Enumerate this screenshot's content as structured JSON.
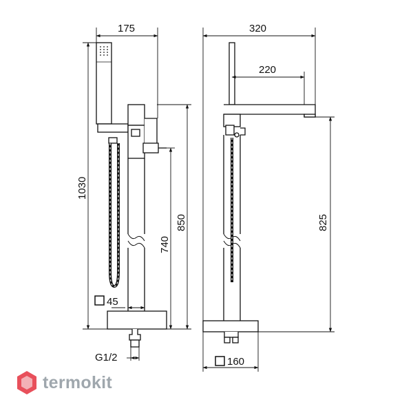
{
  "drawing": {
    "dimensions": {
      "left_width": "175",
      "total_height": "1030",
      "spout_height": "850",
      "valve_height": "740",
      "tube_section": "45",
      "connection": "G1/2",
      "right_width": "320",
      "spout_reach": "220",
      "right_height": "825",
      "base_section": "160"
    }
  },
  "brand": {
    "name": "termokit",
    "logo_colors": [
      "#e8505b",
      "#f3b1b6"
    ]
  }
}
